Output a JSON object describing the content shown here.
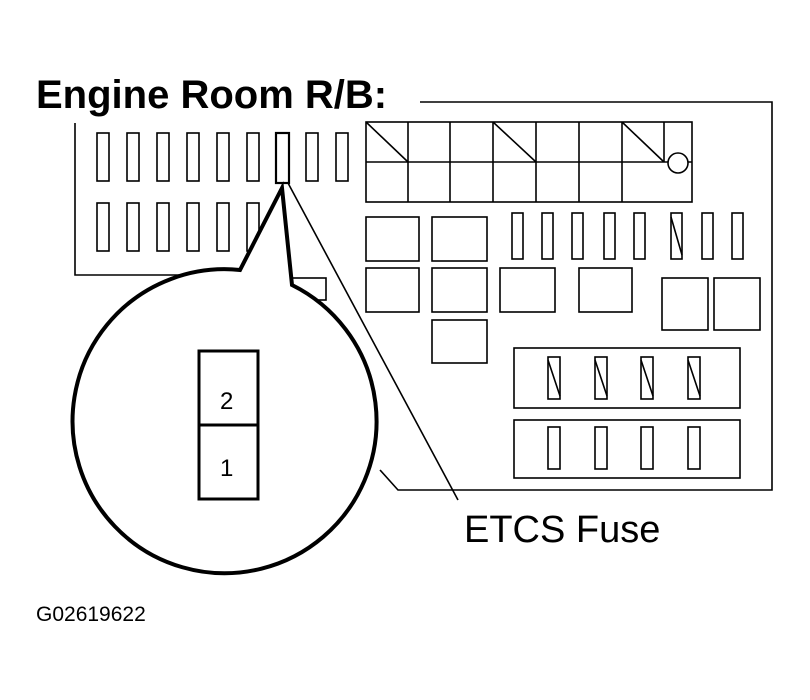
{
  "title": "Engine Room R/B:",
  "callout_label": "ETCS Fuse",
  "figure_code": "G02619622",
  "connector": {
    "pin_top": "2",
    "pin_bottom": "1"
  },
  "colors": {
    "ink": "#000000",
    "paper": "#ffffff"
  }
}
